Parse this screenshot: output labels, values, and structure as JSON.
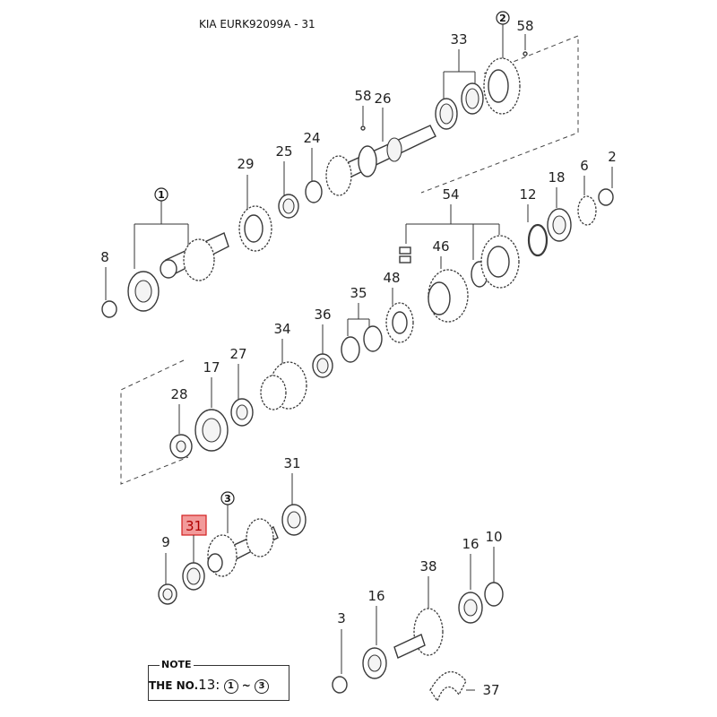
{
  "title": "KIA EURK92099A - 31",
  "highlight": {
    "label": "31"
  },
  "labels": {
    "n1": "1",
    "n2": "2",
    "n3": "3",
    "n3b": "3",
    "n6": "6",
    "n8": "8",
    "n9": "9",
    "n10": "10",
    "n12": "12",
    "n16a": "16",
    "n16b": "16",
    "n17": "17",
    "n18": "18",
    "n24": "24",
    "n25": "25",
    "n26": "26",
    "n27": "27",
    "n28": "28",
    "n29": "29",
    "n31": "31",
    "n33": "33",
    "n34": "34",
    "n35": "35",
    "n36": "36",
    "n37": "37",
    "n38": "38",
    "n46": "46",
    "n48": "48",
    "n54": "54",
    "n58a": "58",
    "n58b": "58",
    "n2small": "2"
  },
  "note": {
    "heading": "NOTE",
    "prefix": "THE NO.",
    "number": "13",
    "separator": ":",
    "range_start": "1",
    "range_tilde": "~",
    "range_end": "3"
  }
}
